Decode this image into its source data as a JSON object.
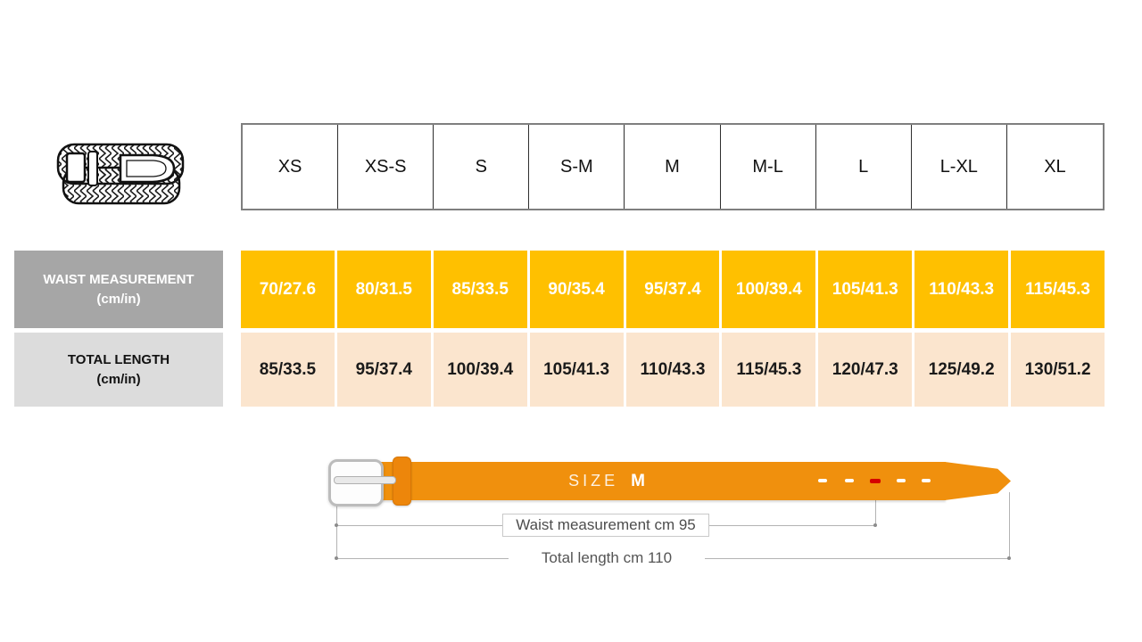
{
  "sizes": [
    "XS",
    "XS-S",
    "S",
    "S-M",
    "M",
    "M-L",
    "L",
    "L-XL",
    "XL"
  ],
  "waist": {
    "label": "WAIST MEASUREMENT",
    "unit": "(cm/in)",
    "values": [
      "70/27.6",
      "80/31.5",
      "85/33.5",
      "90/35.4",
      "95/37.4",
      "100/39.4",
      "105/41.3",
      "110/43.3",
      "115/45.3"
    ]
  },
  "length": {
    "label": "TOTAL LENGTH",
    "unit": "(cm/in)",
    "values": [
      "85/33.5",
      "95/37.4",
      "100/39.4",
      "105/41.3",
      "110/43.3",
      "115/45.3",
      "120/47.3",
      "125/49.2",
      "130/51.2"
    ]
  },
  "diagram": {
    "size_label": "SIZE",
    "size_value": "M",
    "waist_caption": "Waist measurement cm 95",
    "length_caption": "Total length cm 110"
  },
  "colors": {
    "gold_cell": "#ffc000",
    "peach_cell": "#fbe5ce",
    "gray_label": "#a6a6a6",
    "light_gray_label": "#dcdcdc",
    "belt_orange": "#f0900d",
    "hole_red": "#d50000",
    "dimension_line": "#b3b3b3"
  },
  "chart_data": {
    "type": "table",
    "columns": [
      "XS",
      "XS-S",
      "S",
      "S-M",
      "M",
      "M-L",
      "L",
      "L-XL",
      "XL"
    ],
    "rows": [
      {
        "name": "WAIST MEASUREMENT (cm/in)",
        "values": [
          "70/27.6",
          "80/31.5",
          "85/33.5",
          "90/35.4",
          "95/37.4",
          "100/39.4",
          "105/41.3",
          "110/43.3",
          "115/45.3"
        ]
      },
      {
        "name": "TOTAL LENGTH (cm/in)",
        "values": [
          "85/33.5",
          "95/37.4",
          "100/39.4",
          "105/41.3",
          "110/43.3",
          "115/45.3",
          "120/47.3",
          "125/49.2",
          "130/51.2"
        ]
      }
    ]
  }
}
